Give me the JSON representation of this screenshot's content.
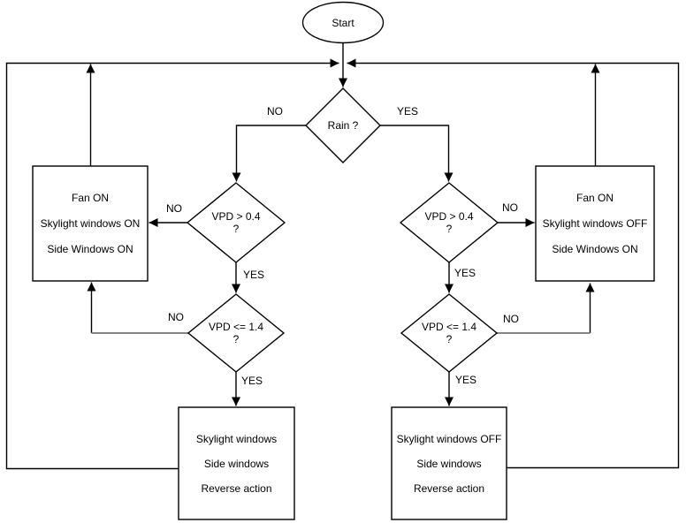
{
  "flowchart": {
    "colors": {
      "line": "#000000",
      "muted_line": "#858585",
      "background": "#ffffff",
      "text": "#000000"
    },
    "start": {
      "label": "Start"
    },
    "rain": {
      "label": "Rain ?"
    },
    "rain_labels": {
      "no": "NO",
      "yes": "YES"
    },
    "left": {
      "vpd_gt": {
        "label": "VPD > 0.4",
        "label2": "?"
      },
      "vpd_le": {
        "label": "VPD <= 1.4",
        "label2": "?"
      },
      "fan_box": {
        "line1": "Fan ON",
        "line2": "Skylight windows ON",
        "line3": "Side Windows ON"
      },
      "action_box": {
        "line1": "Skylight windows",
        "line2": "Side windows",
        "line3": "Reverse action"
      },
      "labels": {
        "gt_no": "NO",
        "gt_yes": "YES",
        "le_no": "NO",
        "le_yes": "YES"
      }
    },
    "right": {
      "vpd_gt": {
        "label": "VPD > 0.4",
        "label2": "?"
      },
      "vpd_le": {
        "label": "VPD <= 1.4",
        "label2": "?"
      },
      "fan_box": {
        "line1": "Fan ON",
        "line2": "Skylight windows OFF",
        "line3": "Side Windows ON"
      },
      "action_box": {
        "line1": "Skylight windows OFF",
        "line2": "Side windows",
        "line3": "Reverse action"
      },
      "labels": {
        "gt_no": "NO",
        "gt_yes": "YES",
        "le_no": "NO",
        "le_yes": "YES"
      }
    }
  }
}
